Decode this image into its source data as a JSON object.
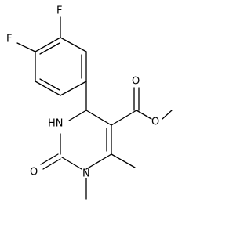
{
  "structure": {
    "atom_labels": {
      "f_top": "F",
      "f_left": "F",
      "o_ester_carbonyl": "O",
      "o_ester_ether": "O",
      "nh": "HN",
      "o_urea": "O",
      "n_methyl": "N"
    }
  }
}
